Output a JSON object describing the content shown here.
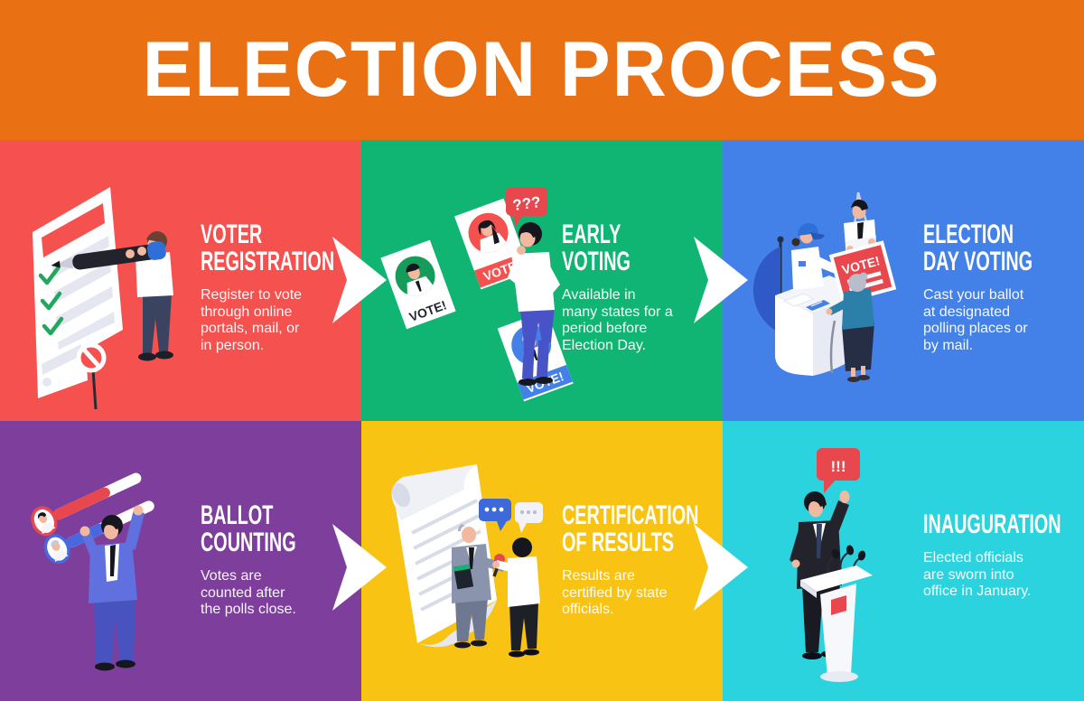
{
  "header": {
    "title": "ELECTION PROCESS",
    "bg": "#EA7014"
  },
  "palette": {
    "header_orange": "#EA7014",
    "step_red": "#F5514F",
    "step_green": "#10B573",
    "step_blue": "#4380E8",
    "step_purple": "#7E3F9C",
    "step_yellow": "#F8C313",
    "step_cyan": "#2BD3DF",
    "arrow_white": "#FFFFFF",
    "accent_red": "#E8484D"
  },
  "steps": [
    {
      "id": "voter-registration",
      "title_line1": "VOTER",
      "title_line2": "REGISTRATION",
      "description": "Register to vote\nthrough online\nportals, mail, or\nin person.",
      "bg": "#F5514F",
      "illustration": "person writing on giant checklist with pen"
    },
    {
      "id": "early-voting",
      "title_line1": "EARLY",
      "title_line2": "VOTING",
      "description": "Available in\nmany states for a\nperiod before\nElection Day.",
      "bg": "#10B573",
      "illustration": "man choosing between candidate posters"
    },
    {
      "id": "election-day-voting",
      "title_line1": "ELECTION",
      "title_line2": "DAY VOTING",
      "description": "Cast your ballot\nat designated\npolling places or\nby mail.",
      "bg": "#4380E8",
      "illustration": "polling station desk with poll worker and voter"
    },
    {
      "id": "ballot-counting",
      "title_line1": "BALLOT",
      "title_line2": "COUNTING",
      "description": "Votes are\ncounted after\nthe polls close.",
      "bg": "#7E3F9C",
      "illustration": "man with tally result bars and candidate badges"
    },
    {
      "id": "certification-of-results",
      "title_line1": "CERTIFICATION",
      "title_line2": "OF RESULTS",
      "description": "Results are\ncertified by state\nofficials.",
      "bg": "#F8C313",
      "illustration": "official with certificate scroll being interviewed"
    },
    {
      "id": "inauguration",
      "title_line1": "INAUGURATION",
      "title_line2": "",
      "description": "Elected officials\nare sworn into\noffice in January.",
      "bg": "#2BD3DF",
      "illustration": "official taking oath at podium with microphones"
    }
  ],
  "labels": {
    "vote": "VOTE!",
    "question_bubble": "???",
    "exclaim_bubble": "!!!"
  }
}
